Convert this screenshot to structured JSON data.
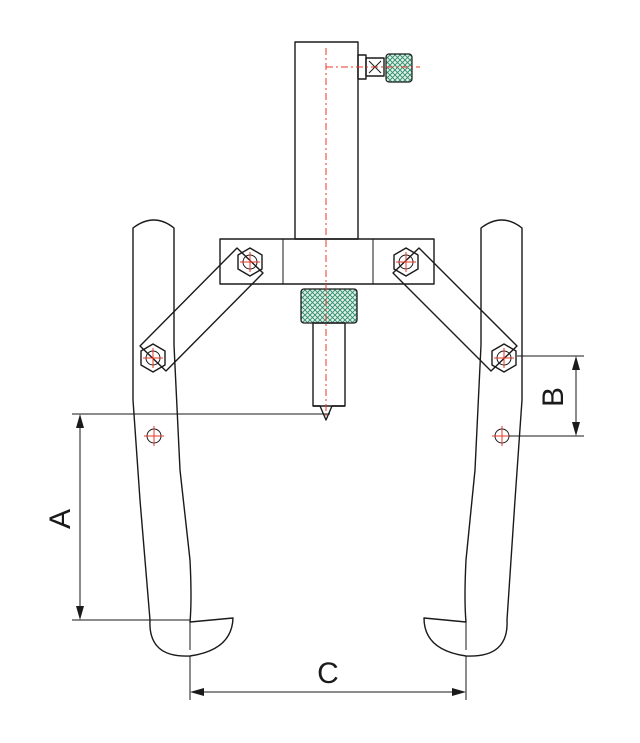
{
  "diagram": {
    "dimension_labels": {
      "a": "A",
      "b": "B",
      "c": "C"
    },
    "colors": {
      "outline": "#1a1a1a",
      "centerline": "#e8392a",
      "knurl": "#2e8b6b"
    },
    "icons": [
      "hex-bolt-icon",
      "knurled-knob-icon",
      "hydraulic-cylinder-icon"
    ]
  }
}
